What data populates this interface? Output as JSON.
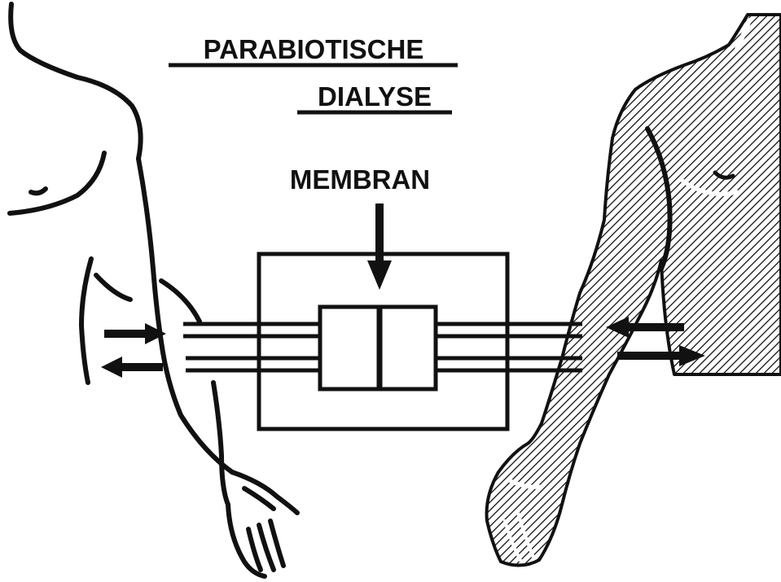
{
  "title": {
    "line1": "PARABIOTISCHE",
    "line2": "DIALYSE"
  },
  "membrane": {
    "label": "MEMBRAN"
  },
  "colors": {
    "ink": "#111111",
    "background": "#ffffff"
  },
  "icons": {
    "left_in": "arrow-right-icon",
    "left_out": "arrow-left-icon",
    "right_in": "arrow-left-icon",
    "right_out": "arrow-right-icon",
    "membrane_pointer": "arrow-down-icon"
  }
}
